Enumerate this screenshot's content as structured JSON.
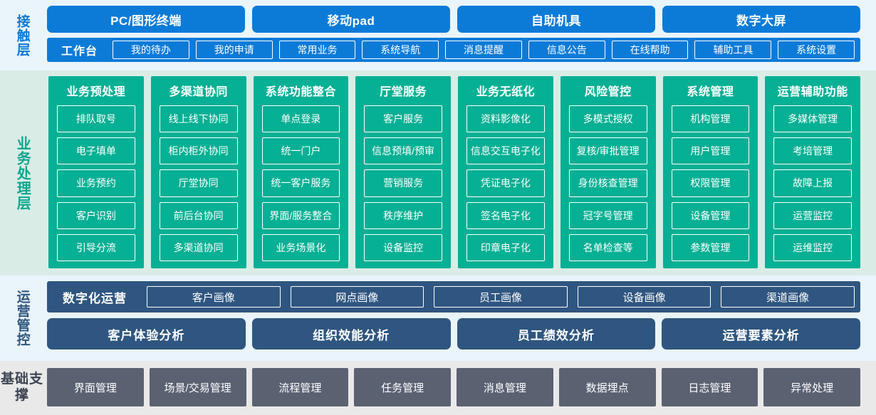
{
  "layers": {
    "contact": {
      "label": "接触层",
      "accent": "#0c7bd8",
      "channels": [
        "PC/图形终端",
        "移动pad",
        "自助机具",
        "数字大屏"
      ],
      "function_bar_title": "工作台",
      "functions": [
        "我的待办",
        "我的申请",
        "常用业务",
        "系统导航",
        "消息提醒",
        "信息公告",
        "在线帮助",
        "辅助工具",
        "系统设置"
      ]
    },
    "business": {
      "label": "业务处理层",
      "accent": "#06b094",
      "columns": [
        {
          "title": "业务预处理",
          "items": [
            "排队取号",
            "电子填单",
            "业务预约",
            "客户识别",
            "引导分流"
          ]
        },
        {
          "title": "多渠道协同",
          "items": [
            "线上线下协同",
            "柜内柜外协同",
            "厅堂协同",
            "前后台协同",
            "多渠道协同"
          ]
        },
        {
          "title": "系统功能整合",
          "items": [
            "单点登录",
            "统一门户",
            "统一客户服务",
            "界面/服务整合",
            "业务场景化"
          ]
        },
        {
          "title": "厅堂服务",
          "items": [
            "客户服务",
            "信息预填/预审",
            "营销服务",
            "秩序维护",
            "设备监控"
          ]
        },
        {
          "title": "业务无纸化",
          "items": [
            "资料影像化",
            "信息交互电子化",
            "凭证电子化",
            "签名电子化",
            "印章电子化"
          ]
        },
        {
          "title": "风险管控",
          "items": [
            "多模式授权",
            "复核/审批管理",
            "身份核查管理",
            "冠字号管理",
            "名单检查等"
          ]
        },
        {
          "title": "系统管理",
          "items": [
            "机构管理",
            "用户管理",
            "权限管理",
            "设备管理",
            "参数管理"
          ]
        },
        {
          "title": "运营辅助功能",
          "items": [
            "多媒体管理",
            "考培管理",
            "故障上报",
            "运营监控",
            "运维监控"
          ]
        }
      ]
    },
    "operations": {
      "label": "运营管控",
      "accent": "#2f5680",
      "digital_title": "数字化运营",
      "portraits": [
        "客户画像",
        "网点画像",
        "员工画像",
        "设备画像",
        "渠道画像"
      ],
      "analyses": [
        "客户体验分析",
        "组织效能分析",
        "员工绩效分析",
        "运营要素分析"
      ]
    },
    "base": {
      "label": "基础支撑",
      "accent": "#5a6272",
      "items": [
        "界面管理",
        "场景/交易管理",
        "流程管理",
        "任务管理",
        "消息管理",
        "数据埋点",
        "日志管理",
        "异常处理"
      ]
    }
  }
}
